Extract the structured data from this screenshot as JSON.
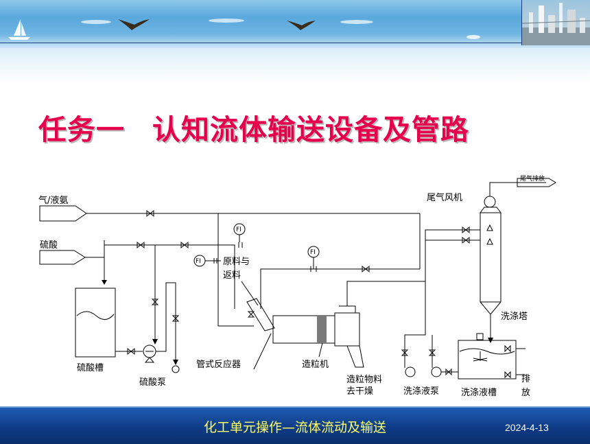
{
  "slide": {
    "title_part1": "任务一",
    "title_part2": "认知流体输送设备及管路",
    "footer_text": "化工单元操作—流体流动及输送",
    "footer_date": "2024-4-13"
  },
  "diagram": {
    "labels": {
      "gas_ammonia": "气/液氨",
      "sulfuric_acid": "硫酸",
      "acid_tank": "硫酸槽",
      "acid_pump": "硫酸泵",
      "pipe_reactor": "管式反应器",
      "raw_material": "原料与",
      "return_material": "返料",
      "granulator": "造粒机",
      "granular_line1": "造粒物料",
      "granular_line2": "去干燥",
      "tail_gas_fan": "尾气风机",
      "tail_gas_exhaust": "尾气排放",
      "scrubber": "洗涤塔",
      "wash_pump": "洗涤液泵",
      "wash_tank": "洗涤液槽",
      "discharge_1": "排",
      "discharge_2": "放",
      "flow_indicator": "FI"
    }
  },
  "colors": {
    "title": "#e6004c",
    "footer_text": "#ffff66",
    "footer_bg": "#0e3b86"
  }
}
